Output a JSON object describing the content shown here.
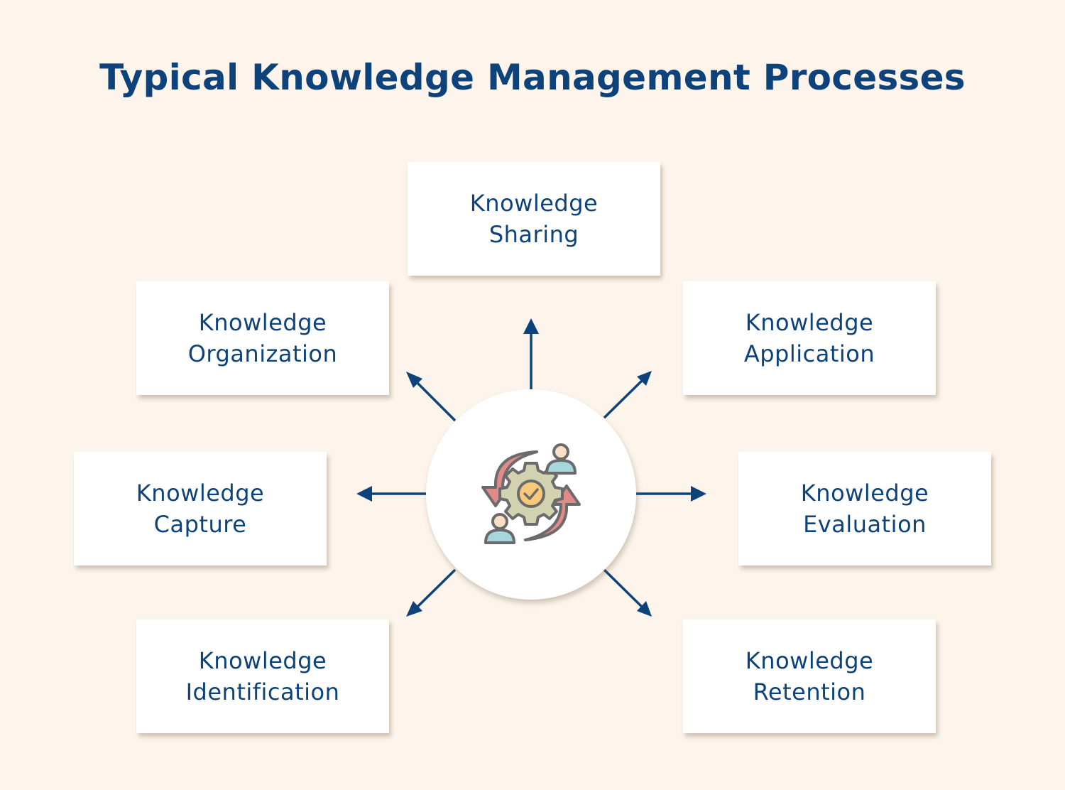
{
  "title": "Typical Knowledge Management Processes",
  "center": {
    "icon": "knowledge-exchange-gear-icon"
  },
  "processes": [
    {
      "id": "sharing",
      "line1": "Knowledge",
      "line2": "Sharing"
    },
    {
      "id": "application",
      "line1": "Knowledge",
      "line2": "Application"
    },
    {
      "id": "evaluation",
      "line1": "Knowledge",
      "line2": "Evaluation"
    },
    {
      "id": "retention",
      "line1": "Knowledge",
      "line2": "Retention"
    },
    {
      "id": "identification",
      "line1": "Knowledge",
      "line2": "Identification"
    },
    {
      "id": "capture",
      "line1": "Knowledge",
      "line2": "Capture"
    },
    {
      "id": "organization",
      "line1": "Knowledge",
      "line2": "Organization"
    }
  ],
  "colors": {
    "accent": "#0d427a",
    "background": "#fdf5ec",
    "box": "#ffffff"
  }
}
